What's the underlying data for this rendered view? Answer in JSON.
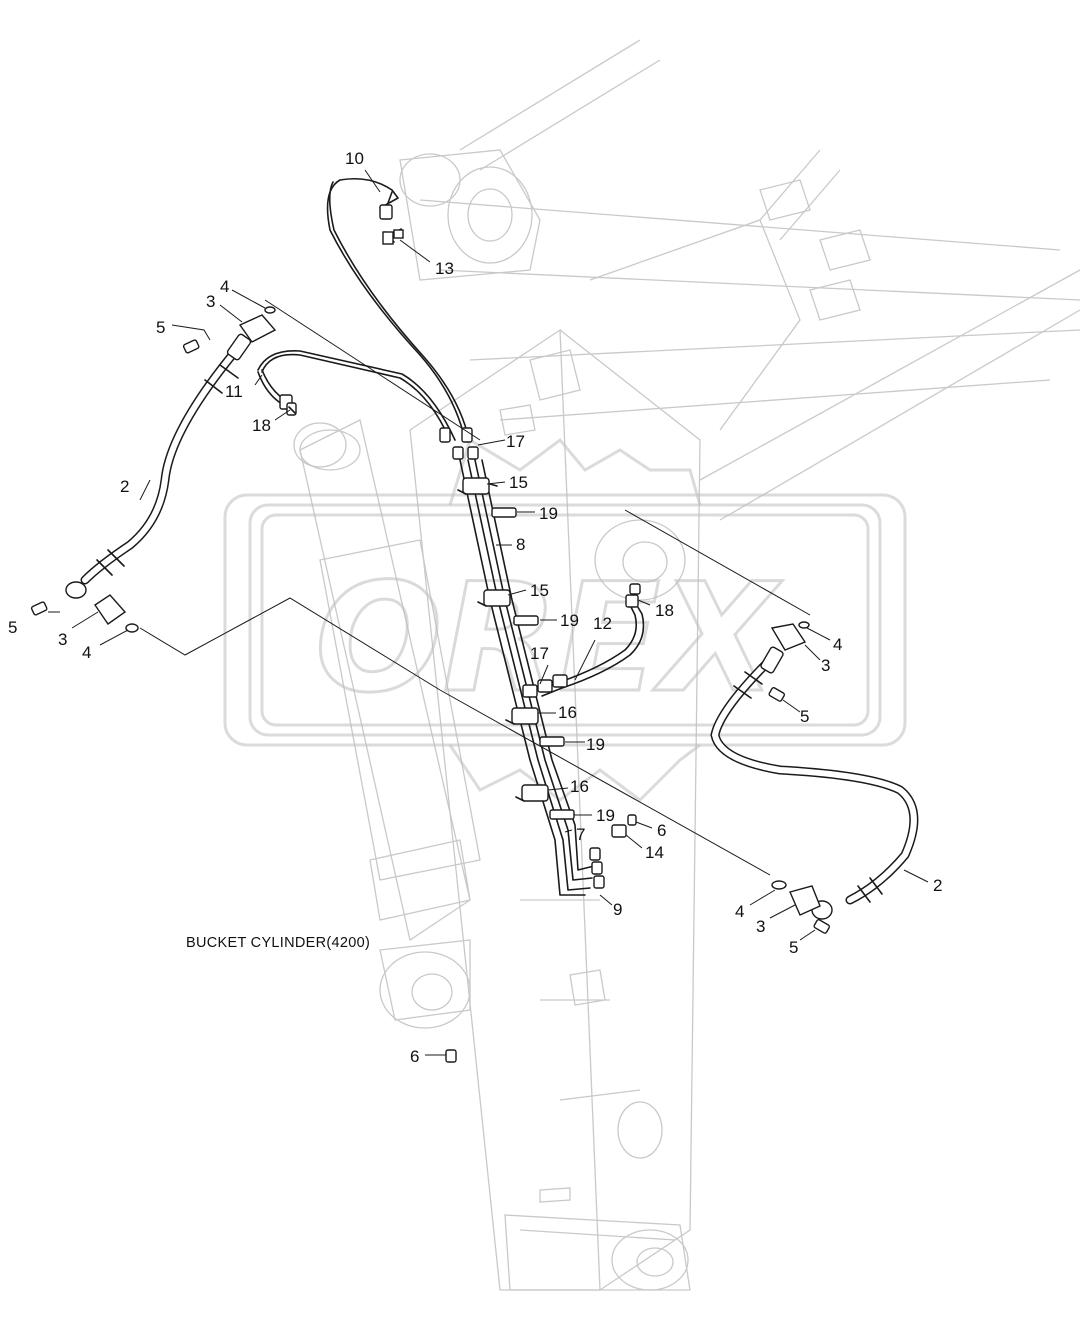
{
  "diagram": {
    "title_label": "BUCKET CYLINDER(4200)",
    "watermark_text": "OREX",
    "callouts": [
      {
        "id": "c-10",
        "text": "10"
      },
      {
        "id": "c-13",
        "text": "13"
      },
      {
        "id": "c-4a",
        "text": "4"
      },
      {
        "id": "c-3a",
        "text": "3"
      },
      {
        "id": "c-5a",
        "text": "5"
      },
      {
        "id": "c-11",
        "text": "11"
      },
      {
        "id": "c-18a",
        "text": "18"
      },
      {
        "id": "c-17a",
        "text": "17"
      },
      {
        "id": "c-15a",
        "text": "15"
      },
      {
        "id": "c-2a",
        "text": "2"
      },
      {
        "id": "c-19a",
        "text": "19"
      },
      {
        "id": "c-8",
        "text": "8"
      },
      {
        "id": "c-15b",
        "text": "15"
      },
      {
        "id": "c-19b",
        "text": "19"
      },
      {
        "id": "c-18b",
        "text": "18"
      },
      {
        "id": "c-12",
        "text": "12"
      },
      {
        "id": "c-17b",
        "text": "17"
      },
      {
        "id": "c-4b",
        "text": "4"
      },
      {
        "id": "c-3b",
        "text": "3"
      },
      {
        "id": "c-5b",
        "text": "5"
      },
      {
        "id": "c-5c",
        "text": "5"
      },
      {
        "id": "c-3c",
        "text": "3"
      },
      {
        "id": "c-4c",
        "text": "4"
      },
      {
        "id": "c-16a",
        "text": "16"
      },
      {
        "id": "c-19c",
        "text": "19"
      },
      {
        "id": "c-16b",
        "text": "16"
      },
      {
        "id": "c-19d",
        "text": "19"
      },
      {
        "id": "c-6a",
        "text": "6"
      },
      {
        "id": "c-7",
        "text": "7"
      },
      {
        "id": "c-14",
        "text": "14"
      },
      {
        "id": "c-2b",
        "text": "2"
      },
      {
        "id": "c-9",
        "text": "9"
      },
      {
        "id": "c-4d",
        "text": "4"
      },
      {
        "id": "c-3d",
        "text": "3"
      },
      {
        "id": "c-5d",
        "text": "5"
      },
      {
        "id": "c-6b",
        "text": "6"
      }
    ]
  }
}
